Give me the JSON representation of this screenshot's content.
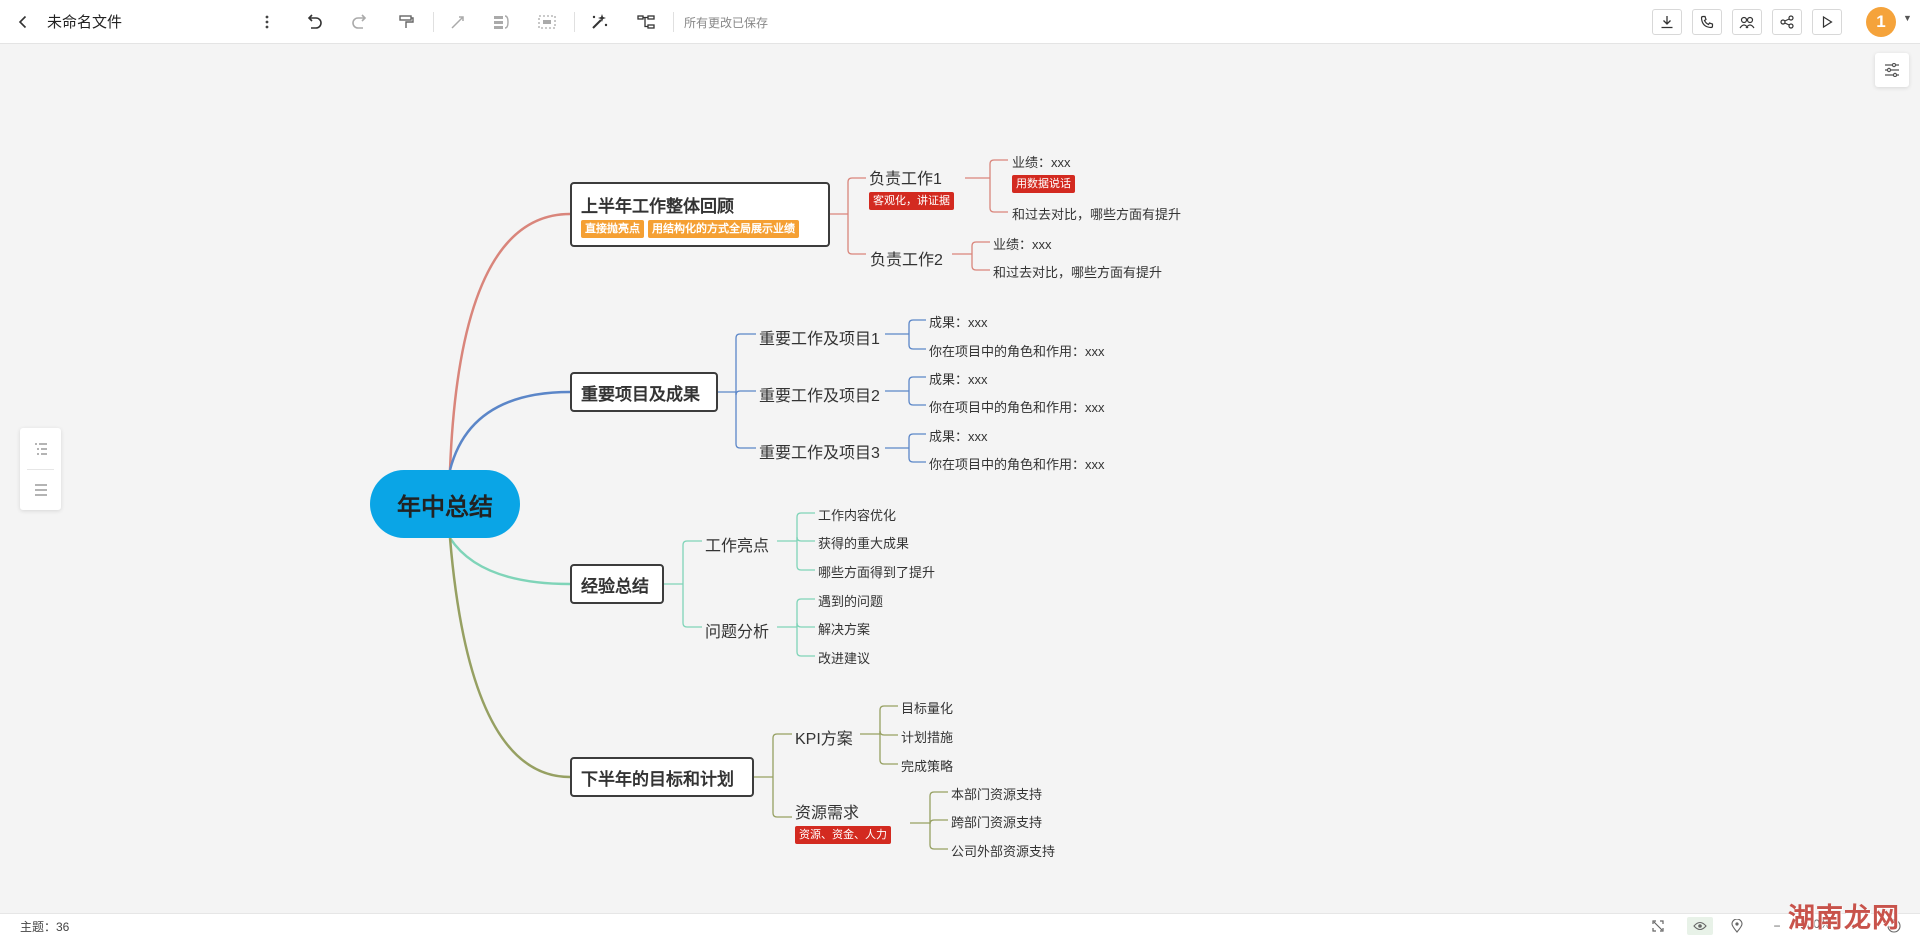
{
  "toolbar": {
    "back_icon": "chevron-left-icon",
    "file_name": "未命名文件",
    "save_status": "所有更改已保存",
    "avatar_text": "1",
    "accent_color": "#f5a33b"
  },
  "mindmap": {
    "root": "年中总结",
    "branch1": {
      "title": "上半年工作整体回顾",
      "tags": [
        "直接抛亮点",
        "用结构化的方式全局展示业绩"
      ],
      "sub1": {
        "title": "负责工作1",
        "tag": "客观化，讲证据",
        "leaf1": "业绩：xxx",
        "leaf1_tag": "用数据说话",
        "leaf2": "和过去对比，哪些方面有提升"
      },
      "sub2": {
        "title": "负责工作2",
        "leaf1": "业绩：xxx",
        "leaf2": "和过去对比，哪些方面有提升"
      }
    },
    "branch2": {
      "title": "重要项目及成果",
      "sub1": {
        "title": "重要工作及项目1",
        "leaf1": "成果：xxx",
        "leaf2": "你在项目中的角色和作用：xxx"
      },
      "sub2": {
        "title": "重要工作及项目2",
        "leaf1": "成果：xxx",
        "leaf2": "你在项目中的角色和作用：xxx"
      },
      "sub3": {
        "title": "重要工作及项目3",
        "leaf1": "成果：xxx",
        "leaf2": "你在项目中的角色和作用：xxx"
      }
    },
    "branch3": {
      "title": "经验总结",
      "sub1": {
        "title": "工作亮点",
        "leaves": [
          "工作内容优化",
          "获得的重大成果",
          "哪些方面得到了提升"
        ]
      },
      "sub2": {
        "title": "问题分析",
        "leaves": [
          "遇到的问题",
          "解决方案",
          "改进建议"
        ]
      }
    },
    "branch4": {
      "title": "下半年的目标和计划",
      "sub1": {
        "title": "KPI方案",
        "leaves": [
          "目标量化",
          "计划措施",
          "完成策略"
        ]
      },
      "sub2": {
        "title": "资源需求",
        "tag": "资源、资金、人力",
        "leaves": [
          "本部门资源支持",
          "跨部门资源支持",
          "公司外部资源支持"
        ]
      }
    },
    "colors": {
      "root": "#0aa5e6",
      "branch1": "#d9857b",
      "branch2": "#5b86c8",
      "branch3": "#7fd4b8",
      "branch4": "#96a062",
      "tag_orange": "#f5a033",
      "tag_red": "#d32a20"
    }
  },
  "statusbar": {
    "topic_count": "主题：36",
    "zoom": "100%"
  },
  "watermark": "湖南龙网"
}
